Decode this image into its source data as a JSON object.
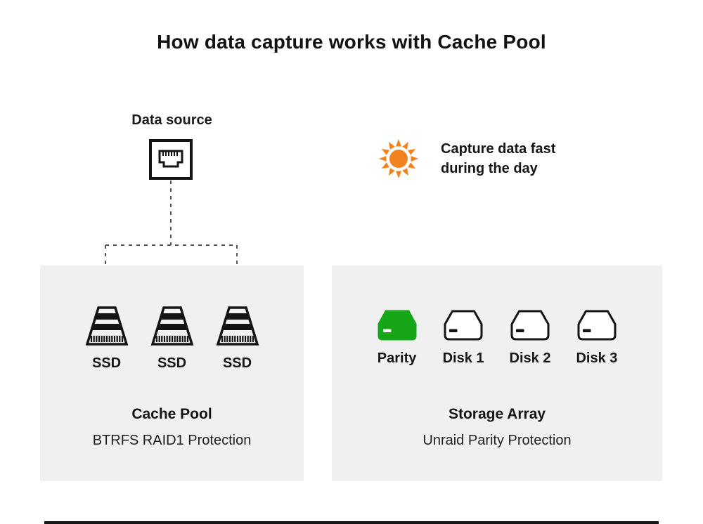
{
  "title": "How data capture works with Cache Pool",
  "data_source": {
    "label": "Data source"
  },
  "day_note": {
    "text": "Capture data fast\nduring the day"
  },
  "cache_pool": {
    "title": "Cache Pool",
    "subtitle": "BTRFS RAID1 Protection",
    "drives": [
      {
        "label": "SSD"
      },
      {
        "label": "SSD"
      },
      {
        "label": "SSD"
      }
    ]
  },
  "storage_array": {
    "title": "Storage Array",
    "subtitle": "Unraid Parity Protection",
    "drives": [
      {
        "label": "Parity",
        "type": "parity"
      },
      {
        "label": "Disk 1",
        "type": "data"
      },
      {
        "label": "Disk 2",
        "type": "data"
      },
      {
        "label": "Disk 3",
        "type": "data"
      }
    ]
  },
  "icons": {
    "data_source": "ethernet-port-icon",
    "day": "sun-icon",
    "cache_drive": "ssd-icon",
    "array_drive": "hard-disk-icon",
    "flow": "dashed-arrows-down"
  },
  "colors": {
    "parity_green": "#17A617",
    "sun_orange": "#F2821D",
    "panel_gray": "#F0F0F0",
    "connector_gray": "#565656",
    "text_dark": "#1A1A1A"
  }
}
